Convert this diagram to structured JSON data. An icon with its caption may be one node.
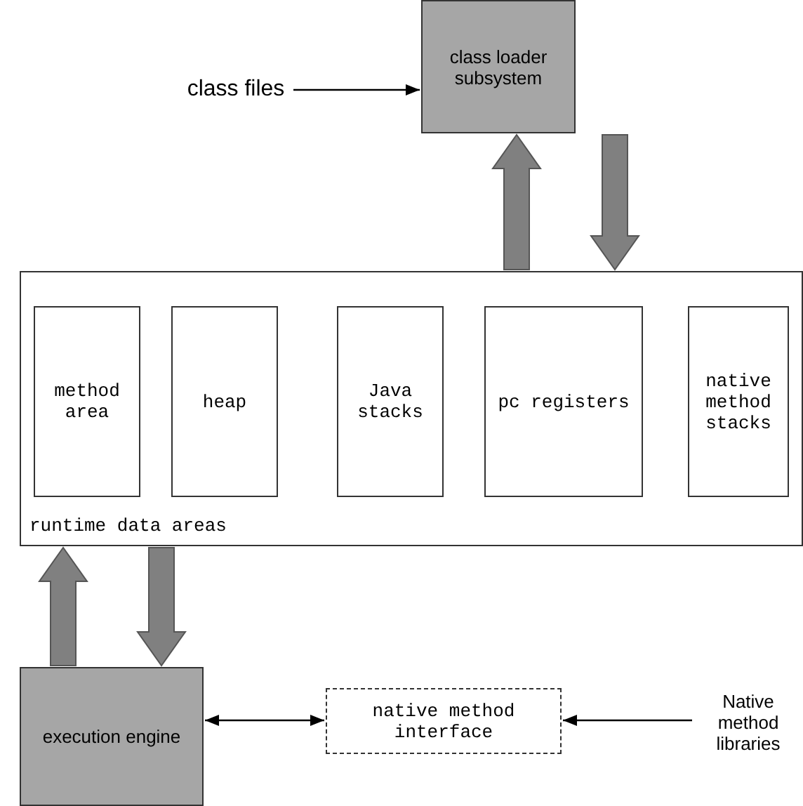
{
  "diagram": {
    "nodes": [
      {
        "text": [
          "class files"
        ]
      },
      {
        "text": [
          "class loader subsystem"
        ]
      },
      {
        "text": [
          "runtime data areas"
        ]
      },
      {
        "text": [
          "method area"
        ],
        "in": 2
      },
      {
        "text": [
          "heap"
        ],
        "in": 2
      },
      {
        "text": [
          "Java stacks"
        ],
        "in": 2
      },
      {
        "text": [
          "pc registers"
        ],
        "in": 2
      },
      {
        "text": [
          "native method stacks"
        ],
        "in": 2
      },
      {
        "text": [
          "execution engine"
        ]
      },
      {
        "text": [
          "native method interface"
        ]
      },
      {
        "text": [
          "Native method libraries"
        ]
      }
    ],
    "edges": [
      {
        "from": 0,
        "to": 1,
        "arrow": "to",
        "color": "#000000"
      },
      {
        "from": 2,
        "to": 1,
        "arrow": "to",
        "style": "thick",
        "color": "#808080"
      },
      {
        "from": 1,
        "to": 2,
        "arrow": "to",
        "style": "thick",
        "color": "#808080"
      },
      {
        "from": 8,
        "to": 2,
        "arrow": "to",
        "style": "thick",
        "color": "#808080"
      },
      {
        "from": 2,
        "to": 8,
        "arrow": "to",
        "style": "thick",
        "color": "#808080"
      },
      {
        "from": 9,
        "to": 8,
        "arrow": "both",
        "color": "#000000"
      },
      {
        "from": 10,
        "to": 9,
        "arrow": "to",
        "color": "#000000"
      }
    ]
  }
}
